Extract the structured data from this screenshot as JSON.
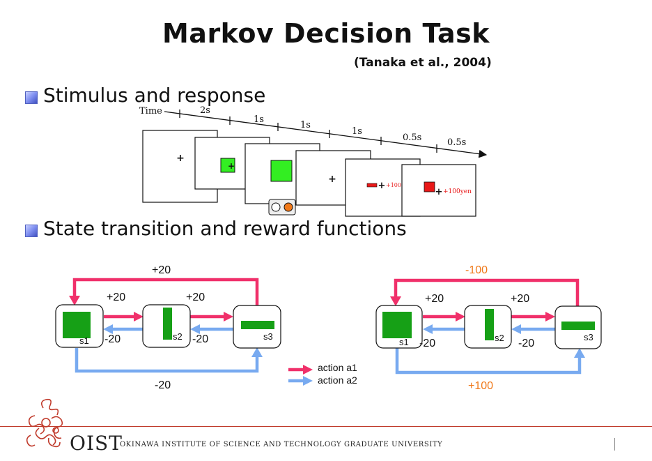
{
  "title": "Markov Decision Task",
  "citation": "(Tanaka et al., 2004)",
  "bullets": [
    "Stimulus and response",
    "State transition and reward functions"
  ],
  "timeline": {
    "axis_label": "Time",
    "intervals": [
      "2s",
      "1s",
      "1s",
      "1s",
      "0.5s",
      "0.5s"
    ],
    "reward_labels": [
      "+100",
      "+100yen"
    ],
    "colors": {
      "green": "#33ee22",
      "red": "#e81818",
      "orange": "#f07818"
    }
  },
  "diagrams": [
    {
      "states": [
        "s1",
        "s2",
        "s3"
      ],
      "top_loop_reward": "+20",
      "forward_rewards": [
        "+20",
        "+20"
      ],
      "backward_rewards": [
        "-20",
        "-20"
      ],
      "bottom_loop_reward": "-20",
      "loop_label_color": "#111111"
    },
    {
      "states": [
        "s1",
        "s2",
        "s3"
      ],
      "top_loop_reward": "-100",
      "forward_rewards": [
        "+20",
        "+20"
      ],
      "backward_rewards": [
        "-20",
        "-20"
      ],
      "bottom_loop_reward": "+100",
      "loop_label_color": "#f07818"
    }
  ],
  "legend": {
    "action1": "action a1",
    "action2": "action a2",
    "action1_color": "#f0306a",
    "action2_color": "#78aaf0"
  },
  "footer": {
    "logo_text": "OIST",
    "institution": "OKINAWA INSTITUTE OF SCIENCE AND TECHNOLOGY GRADUATE UNIVERSITY"
  }
}
